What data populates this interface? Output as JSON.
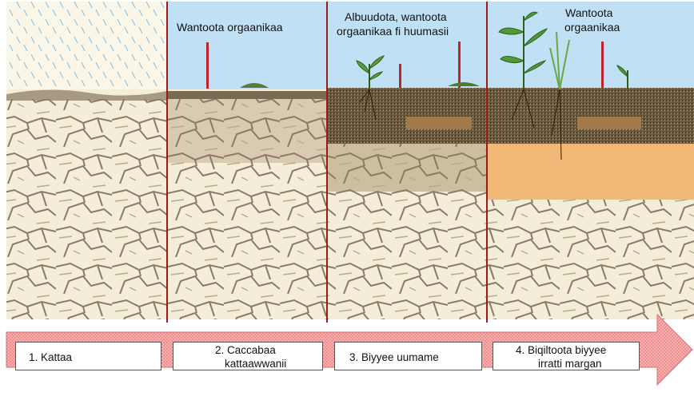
{
  "panel_labels": {
    "panel2": [
      "Wantoota orgaanikaa"
    ],
    "panel3": [
      "Albuudota, wantoota",
      "orgaanikaa fi huumasii"
    ],
    "panel4": [
      "Wantoota",
      "orgaanikaa"
    ]
  },
  "stages": [
    {
      "lines": [
        "1.  Kattaa"
      ]
    },
    {
      "lines": [
        "2.  Caccabaa",
        "kattaawwanii"
      ]
    },
    {
      "lines": [
        "3.  Biyyee uumame"
      ]
    },
    {
      "lines": [
        "4.  Biqiltoota biyyee",
        "irratti margan"
      ]
    }
  ],
  "colors": {
    "sky": "#bfe0f5",
    "rock": "#f4eed8",
    "crack": "#8a7a66",
    "topsoil": "#5a4a34",
    "subsoil": "#f2b878",
    "divider": "#a01818",
    "marker": "#c0242a",
    "arrow": "#f4a3a3"
  }
}
